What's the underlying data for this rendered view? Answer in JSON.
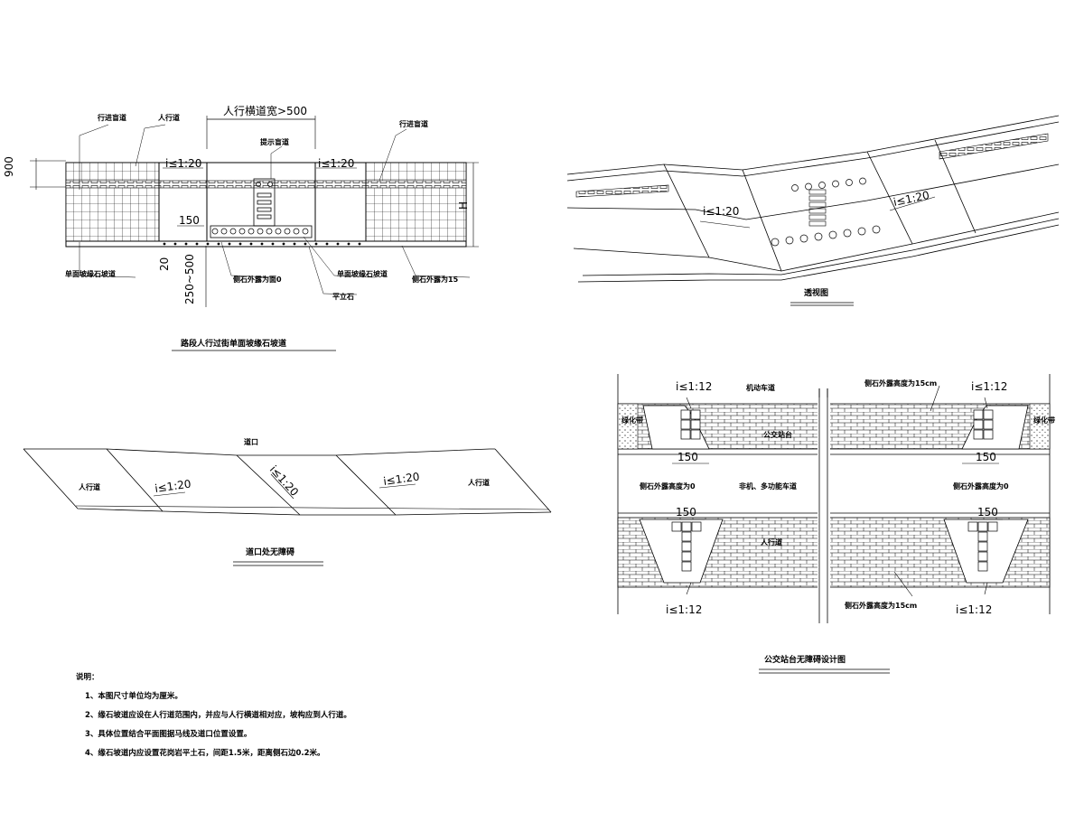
{
  "drawing1": {
    "title": "路段人行过街单面坡缘石坡道",
    "labels": {
      "blind_left": "行进盲道",
      "sidewalk": "人行道",
      "crossing_width": "人行横道宽>500",
      "warning_blind": "提示盲道",
      "blind_right": "行进盲道",
      "slope_left": "i≤1:20",
      "slope_right": "i≤1:20",
      "dim_900": "900",
      "dim_150": "150",
      "dim_20": "20",
      "dim_250_500": "250~500",
      "dim_H": "H",
      "single_ramp_left": "单面坡缘石坡道",
      "curb_out_0": "侧石外露为面0",
      "single_ramp_right": "单面坡缘石坡道",
      "curb_out_15": "侧石外露为15",
      "flat_curb": "平立石"
    }
  },
  "drawing2": {
    "title": "透视图",
    "slope_left": "i≤1:20",
    "slope_right": "i≤1:20"
  },
  "drawing3": {
    "title": "道口处无障碍",
    "entrance": "道口",
    "sidewalk_left": "人行道",
    "sidewalk_right": "人行道",
    "slope1": "i≤1:20",
    "slope2": "i≤1:20",
    "slope3": "i≤1:20"
  },
  "drawing4": {
    "title": "公交站台无障碍设计图",
    "slope_tl": "i≤1:12",
    "slope_tr": "i≤1:12",
    "slope_bl": "i≤1:12",
    "slope_br": "i≤1:12",
    "motor_lane": "机动车道",
    "curb_15_top": "侧石外露高度为15cm",
    "green_left": "绿化带",
    "green_right": "绿化带",
    "bus_platform": "公交站台",
    "dim_150_1": "150",
    "dim_150_2": "150",
    "dim_150_3": "150",
    "dim_150_4": "150",
    "curb_0_left": "侧石外露高度为0",
    "nonmotor": "非机、多功能车道",
    "curb_0_right": "侧石外露高度为0",
    "sidewalk": "人行道",
    "curb_15_bottom": "侧石外露高度为15cm"
  },
  "notes": {
    "heading": "说明：",
    "items": [
      "1、本图尺寸单位均为厘米。",
      "2、缘石坡道应设在人行道范围内，并应与人行横道相对应，坡构应到人行道。",
      "3、具体位置结合平面图据马线及道口位置设置。",
      "4、缘石坡道内应设置花岗岩平土石，间距1.5米，距离侧石边0.2米。"
    ]
  }
}
